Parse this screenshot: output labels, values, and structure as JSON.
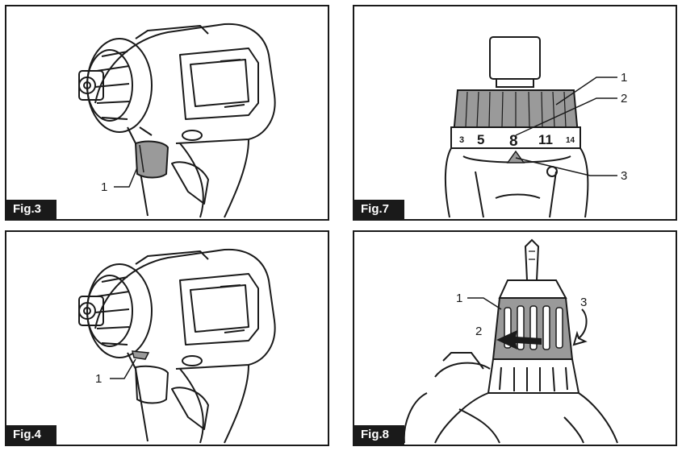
{
  "figures": {
    "fig3": {
      "label": "Fig.3",
      "callouts": [
        "1"
      ]
    },
    "fig4": {
      "label": "Fig.4",
      "callouts": [
        "1"
      ]
    },
    "fig7": {
      "label": "Fig.7",
      "callouts": [
        "1",
        "2",
        "3"
      ],
      "scale": [
        "3",
        "5",
        "8",
        "11",
        "14"
      ]
    },
    "fig8": {
      "label": "Fig.8",
      "callouts": [
        "1",
        "2",
        "3"
      ]
    }
  },
  "colors": {
    "ink": "#1a1a1a",
    "highlight": "#9a9a9a",
    "light": "#d8d8d8"
  }
}
